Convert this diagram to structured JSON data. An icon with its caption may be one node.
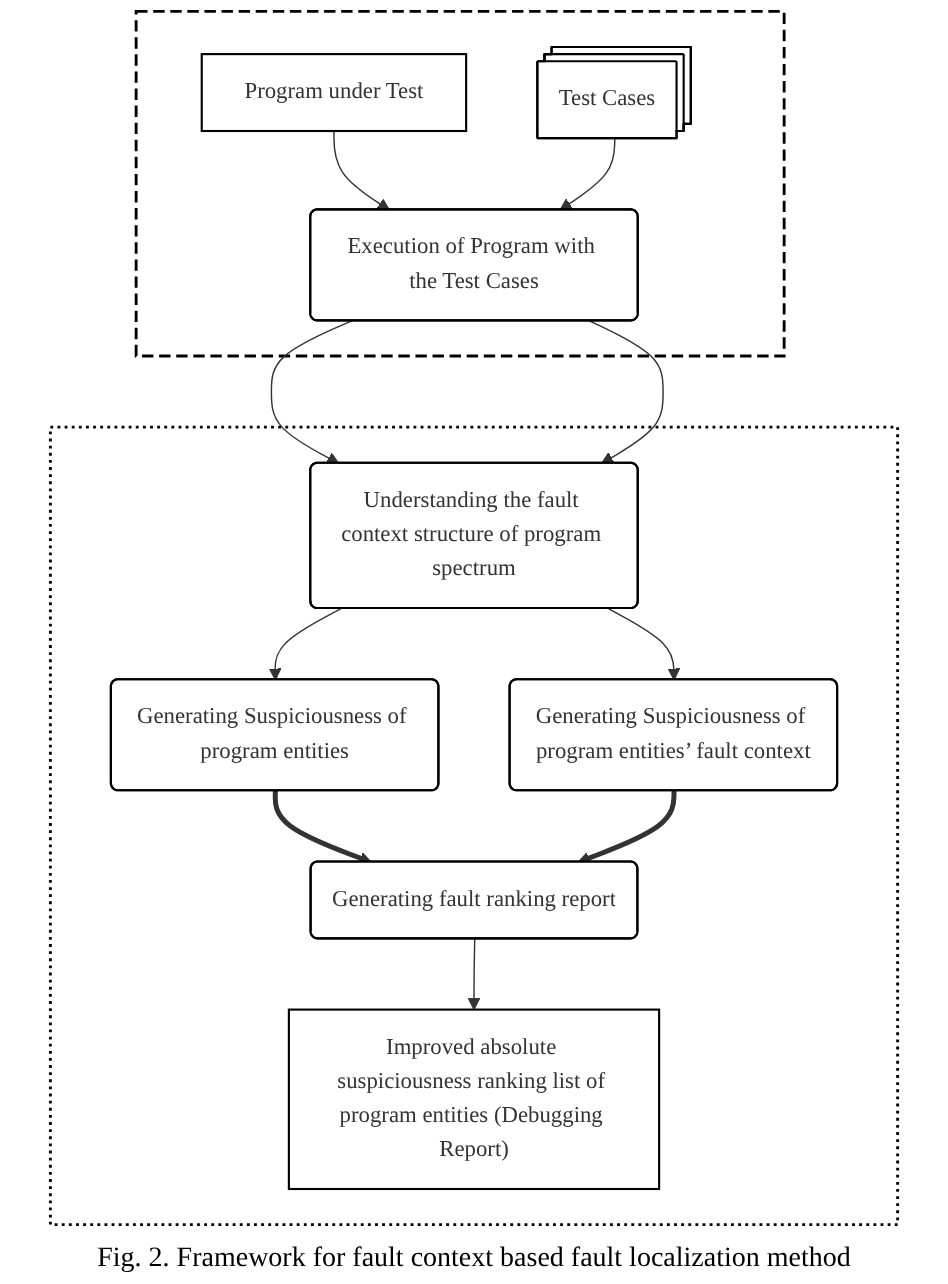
{
  "diagram": {
    "caption": "Fig. 2.  Framework for fault context based fault localization method",
    "nodes": [
      {
        "text": [],
        "shape": "box"
      },
      {
        "text": [
          "Program under Test"
        ],
        "in": 0
      },
      {
        "text": [
          "Test Cases"
        ],
        "in": 0
      },
      {
        "text": [
          "Execution of Program with the Test Cases"
        ],
        "in": 0
      },
      {
        "text": [],
        "shape": "box"
      },
      {
        "text": [
          "Understanding the fault context structure of program spectrum"
        ],
        "in": 4
      },
      {
        "text": [
          "Generating Suspiciousness of program entities"
        ],
        "in": 4
      },
      {
        "text": [
          "Generating Suspiciousness of program entities’ fault context"
        ],
        "in": 4
      },
      {
        "text": [
          "Generating fault ranking report"
        ],
        "in": 4
      },
      {
        "text": [
          "Improved absolute suspiciousness ranking list of program entities (Debugging Report)"
        ],
        "in": 4
      }
    ],
    "edges": [
      {
        "from": 1,
        "to": 3,
        "arrow": "to"
      },
      {
        "from": 2,
        "to": 3,
        "arrow": "to"
      },
      {
        "from": 3,
        "to": 5,
        "arrow": "to"
      },
      {
        "from": 3,
        "to": 5,
        "arrow": "to"
      },
      {
        "from": 5,
        "to": 6,
        "arrow": "to"
      },
      {
        "from": 5,
        "to": 7,
        "arrow": "to"
      },
      {
        "from": 6,
        "to": 8,
        "arrow": "to",
        "style": "thick"
      },
      {
        "from": 7,
        "to": 8,
        "arrow": "to",
        "style": "thick"
      },
      {
        "from": 8,
        "to": 9,
        "arrow": "to"
      }
    ]
  }
}
